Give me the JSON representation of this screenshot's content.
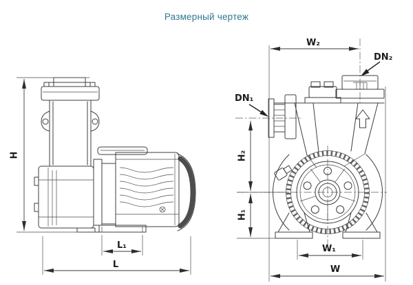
{
  "title": {
    "text": "Размерный чертеж",
    "color": "#2e7892"
  },
  "drawing": {
    "background": "#ffffff",
    "line_color": "#3d3d3d",
    "views": [
      {
        "name": "side-view",
        "dimension_labels": [
          "H",
          "L",
          "L₁"
        ]
      },
      {
        "name": "front-view",
        "dimension_labels": [
          "W",
          "W₁",
          "W₂",
          "H₁",
          "H₂",
          "DN₁",
          "DN₂"
        ]
      }
    ],
    "labels": {
      "H": "H",
      "L": "L",
      "L1": "L₁",
      "W": "W",
      "W1": "W₁",
      "W2": "W₂",
      "H1": "H₁",
      "H2": "H₂",
      "DN1": "DN₁",
      "DN2": "DN₂"
    }
  }
}
